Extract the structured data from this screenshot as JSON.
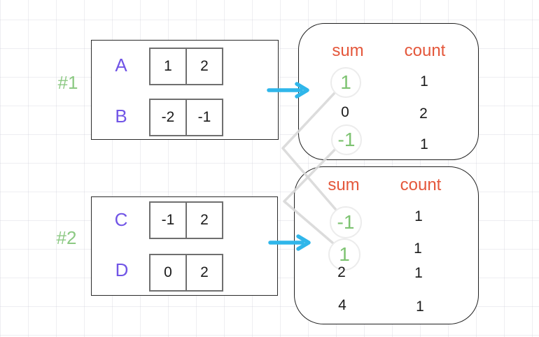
{
  "colors": {
    "label_green": "#8cc983",
    "highlight_green": "#7ec372",
    "array_purple": "#7155e6",
    "header_orange": "#e4573b",
    "arrow_cyan": "#2fb6ea",
    "connector_gray": "#d8d8d8"
  },
  "groups": [
    {
      "label": "#1",
      "arrays": [
        {
          "name": "A",
          "cells": [
            "1",
            "2"
          ]
        },
        {
          "name": "B",
          "cells": [
            "-2",
            "-1"
          ]
        }
      ],
      "result": {
        "sum_header": "sum",
        "count_header": "count",
        "rows": [
          {
            "sum": "1",
            "count": "1",
            "highlighted": true
          },
          {
            "sum": "0",
            "count": "2",
            "highlighted": false
          },
          {
            "sum": "-1",
            "count": "1",
            "highlighted": true
          }
        ]
      }
    },
    {
      "label": "#2",
      "arrays": [
        {
          "name": "C",
          "cells": [
            "-1",
            "2"
          ]
        },
        {
          "name": "D",
          "cells": [
            "0",
            "2"
          ]
        }
      ],
      "result": {
        "sum_header": "sum",
        "count_header": "count",
        "rows": [
          {
            "sum": "-1",
            "count": "1",
            "highlighted": true
          },
          {
            "sum": "1",
            "count": "1",
            "highlighted": true
          },
          {
            "sum": "2",
            "count": "1",
            "highlighted": false
          },
          {
            "sum": "4",
            "count": "1",
            "highlighted": false
          }
        ]
      }
    }
  ]
}
